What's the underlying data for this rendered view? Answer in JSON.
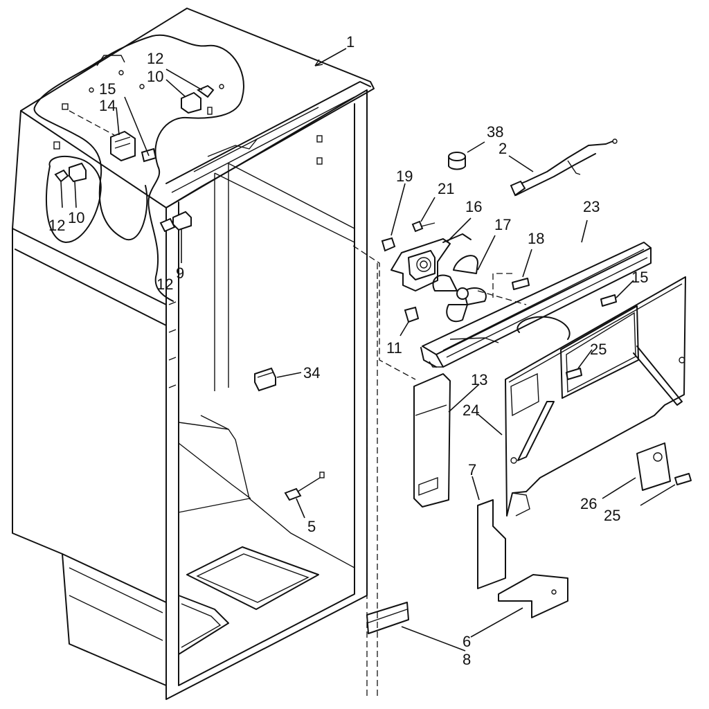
{
  "diagram": {
    "type": "exploded-parts-view",
    "callouts": [
      {
        "id": "c1",
        "label": "1"
      },
      {
        "id": "c38",
        "label": "38"
      },
      {
        "id": "c2",
        "label": "2"
      },
      {
        "id": "c12a",
        "label": "12"
      },
      {
        "id": "c10a",
        "label": "10"
      },
      {
        "id": "c15a",
        "label": "15"
      },
      {
        "id": "c14",
        "label": "14"
      },
      {
        "id": "c12b",
        "label": "12"
      },
      {
        "id": "c10b",
        "label": "10"
      },
      {
        "id": "c12c",
        "label": "12"
      },
      {
        "id": "c9",
        "label": "9"
      },
      {
        "id": "c19",
        "label": "19"
      },
      {
        "id": "c21",
        "label": "21"
      },
      {
        "id": "c16",
        "label": "16"
      },
      {
        "id": "c17",
        "label": "17"
      },
      {
        "id": "c18",
        "label": "18"
      },
      {
        "id": "c23",
        "label": "23"
      },
      {
        "id": "c15b",
        "label": "15"
      },
      {
        "id": "c11",
        "label": "11"
      },
      {
        "id": "c25a",
        "label": "25"
      },
      {
        "id": "c34",
        "label": "34"
      },
      {
        "id": "c13",
        "label": "13"
      },
      {
        "id": "c24",
        "label": "24"
      },
      {
        "id": "c7",
        "label": "7"
      },
      {
        "id": "c26",
        "label": "26"
      },
      {
        "id": "c25b",
        "label": "25"
      },
      {
        "id": "c5",
        "label": "5"
      },
      {
        "id": "c6",
        "label": "6"
      },
      {
        "id": "c8",
        "label": "8"
      }
    ]
  }
}
